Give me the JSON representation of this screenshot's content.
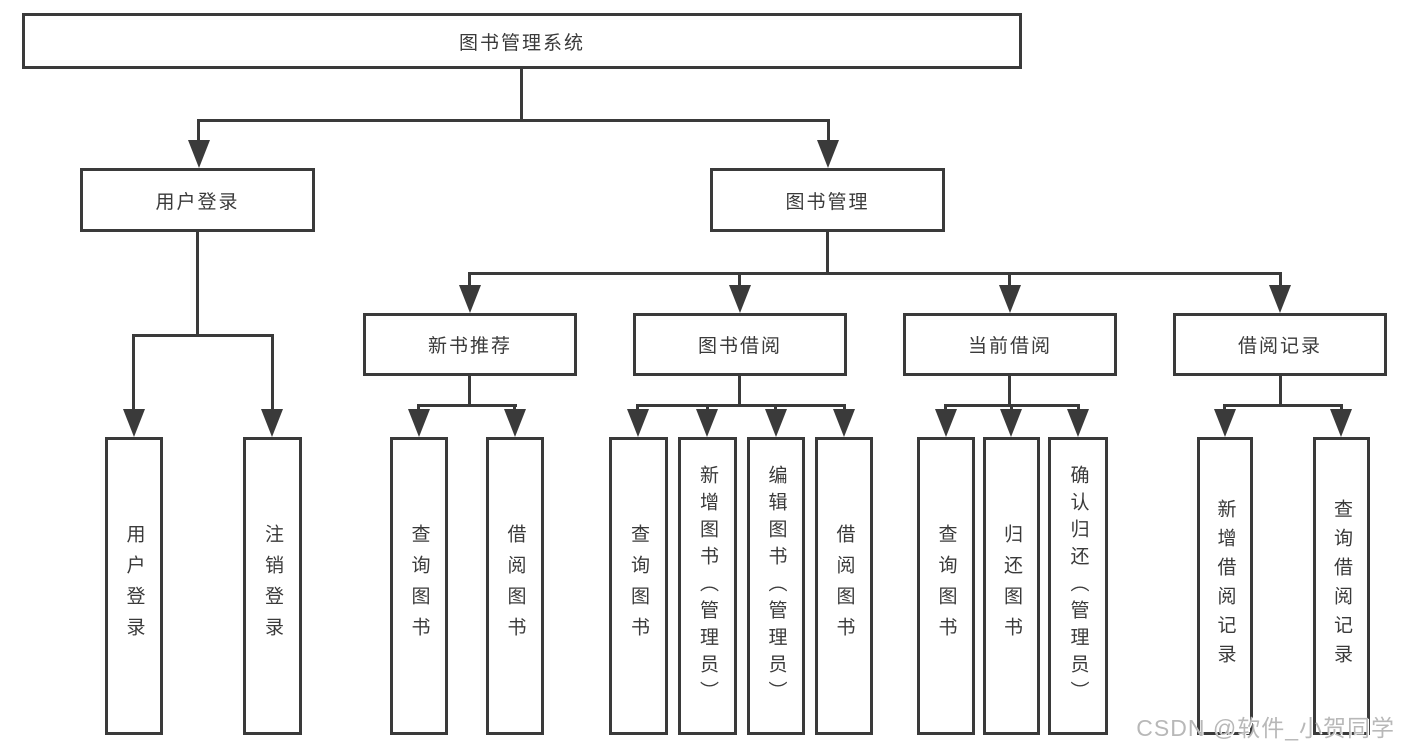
{
  "title": "图书管理系统",
  "tree": {
    "root": {
      "label": "图书管理系统"
    },
    "user_login": {
      "label": "用户登录",
      "children": [
        {
          "label": "用户登录"
        },
        {
          "label": "注销登录"
        }
      ]
    },
    "book_mgmt": {
      "label": "图书管理",
      "children": [
        {
          "label": "新书推荐",
          "children": [
            {
              "label": "查询图书"
            },
            {
              "label": "借阅图书"
            }
          ]
        },
        {
          "label": "图书借阅",
          "children": [
            {
              "label": "查询图书"
            },
            {
              "label": "新增图书（管理员）"
            },
            {
              "label": "编辑图书（管理员）"
            },
            {
              "label": "借阅图书"
            }
          ]
        },
        {
          "label": "当前借阅",
          "children": [
            {
              "label": "查询图书"
            },
            {
              "label": "归还图书"
            },
            {
              "label": "确认归还（管理员）"
            }
          ]
        },
        {
          "label": "借阅记录",
          "children": [
            {
              "label": "新增借阅记录"
            },
            {
              "label": "查询借阅记录"
            }
          ]
        }
      ]
    }
  },
  "watermark": {
    "text": "CSDN @软件_小贺同学"
  },
  "colors": {
    "line": "#3a3a3a",
    "text": "#3a3a3a",
    "watermark": "#b8b8b8",
    "background": "#ffffff"
  }
}
